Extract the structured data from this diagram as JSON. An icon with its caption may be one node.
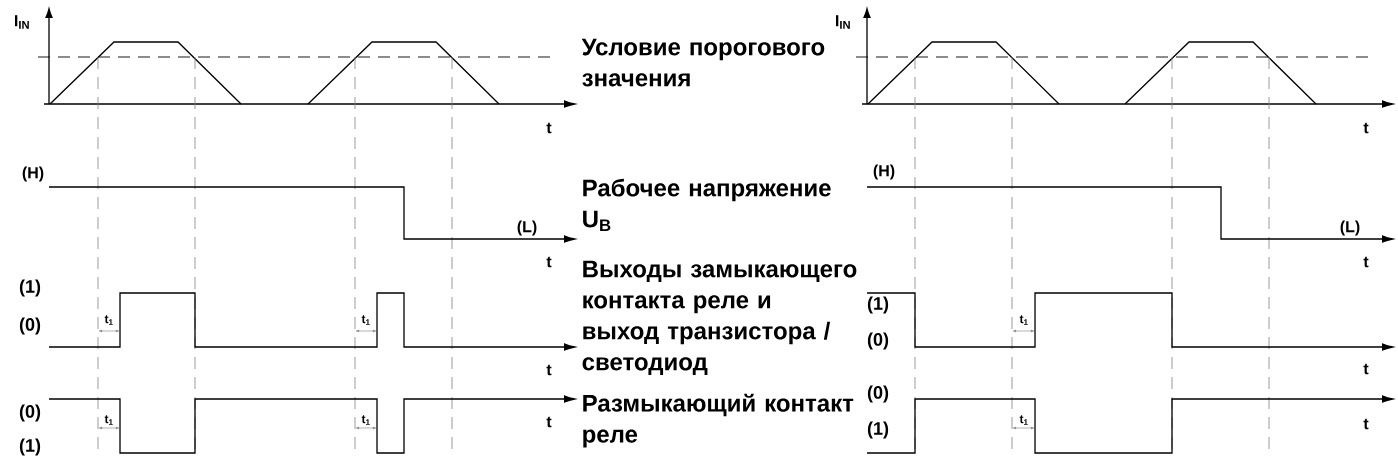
{
  "diagram": {
    "labels": [
      "I$_{IN}$",
      "t",
      "(H)",
      "(L)",
      "t",
      "(1)",
      "(0)",
      "t$_{1}$",
      "t$_{1}$",
      "t",
      "(0)",
      "t$_{1}$",
      "t$_{1}$",
      "(1)",
      "t",
      "Условие порогового значения",
      "Рабочее напряжение U$_{B}$",
      "Выходы замыкающего контакта реле и выход транзистора / светодиод",
      "Размыкающий контакт реле",
      "I$_{IN}$",
      "t",
      "(H)",
      "(L)",
      "t",
      "(1)",
      "(0)",
      "t$_{1}$",
      "t",
      "(0)",
      "t$_{1}$",
      "(1)",
      "t"
    ]
  }
}
